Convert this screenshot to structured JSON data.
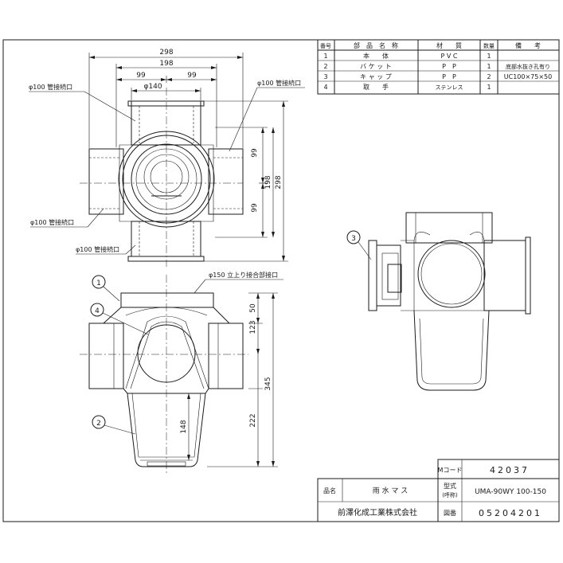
{
  "parts_table": {
    "headers": {
      "no": "番号",
      "name": "部　品　名　称",
      "material": "材　　質",
      "qty": "数量",
      "remarks": "備　　考"
    },
    "rows": [
      {
        "no": "1",
        "name": "本　　体",
        "material": "P V C",
        "qty": "1",
        "remarks": ""
      },
      {
        "no": "2",
        "name": "バ ケ ッ ト",
        "material": "P　P",
        "qty": "1",
        "remarks": "底部水抜き孔有り"
      },
      {
        "no": "3",
        "name": "キ ャ ッ プ",
        "material": "P　P",
        "qty": "2",
        "remarks": "UC100×75×50"
      },
      {
        "no": "4",
        "name": "取　　手",
        "material": "ステンレス",
        "qty": "1",
        "remarks": ""
      }
    ]
  },
  "title_block": {
    "mcode_label": "Mコード",
    "mcode_value": "42037",
    "name_label": "品名",
    "name_value": "雨 水 マ ス",
    "model_label": "型式",
    "model_sub": "(呼称)",
    "model_value": "UMA-90WY 100-150",
    "company": "前澤化成工業株式会社",
    "drawing_label": "図番",
    "drawing_number": "05204201"
  },
  "plan_view": {
    "dims": {
      "overall": "298",
      "inner": "198",
      "half_left": "99",
      "half_right": "99",
      "dia": "φ140",
      "v_upper": "99",
      "v_lower": "99",
      "v_inner": "198",
      "v_overall": "298"
    },
    "callouts": {
      "top_left": "φ100 管接続口",
      "top_right": "φ100 管接続口",
      "bottom_left_1": "φ100 管接続口",
      "bottom_left_2": "φ100 管接続口"
    }
  },
  "front_view": {
    "callout_top": "φ150 立上り接合部接口",
    "balloons": {
      "b1": "1",
      "b2": "2",
      "b4": "4"
    },
    "dims": {
      "d50": "50",
      "d123": "123",
      "d345": "345",
      "d222": "222",
      "d148": "148"
    }
  },
  "iso_view": {
    "balloon": "3"
  }
}
